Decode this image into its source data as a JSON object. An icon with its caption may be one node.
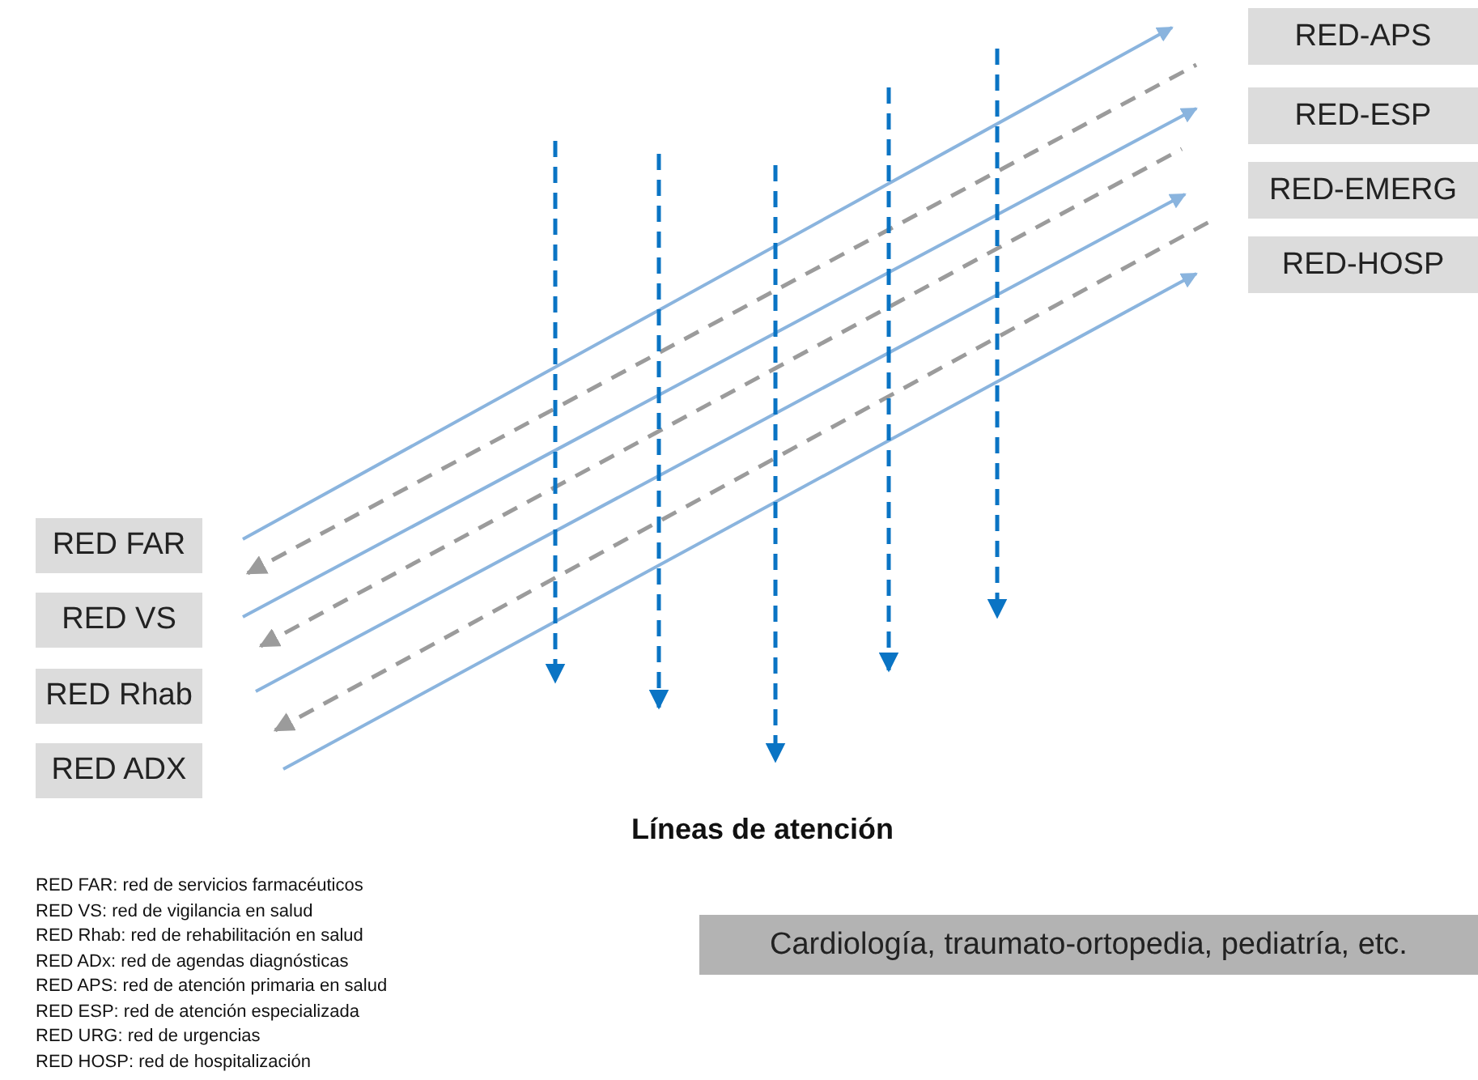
{
  "diagram": {
    "nodes": [
      {
        "text": [
          "RED-APS"
        ]
      },
      {
        "text": [
          "RED-ESP"
        ]
      },
      {
        "text": [
          "RED-EMERG"
        ]
      },
      {
        "text": [
          "RED-HOSP"
        ]
      },
      {
        "text": [
          "RED FAR"
        ]
      },
      {
        "text": [
          "RED VS"
        ]
      },
      {
        "text": [
          "RED Rhab"
        ]
      },
      {
        "text": [
          "RED ADX"
        ]
      },
      {
        "text": [
          "Cardiología, traumato-ortopedia, pediatría, etc."
        ]
      }
    ],
    "labels": [
      "Líneas de atención",
      "RED FAR: red de servicios farmacéuticos",
      "RED VS: red de vigilancia en salud",
      "RED Rhab: red de rehabilitación en salud",
      "RED ADx: red de agendas diagnósticas",
      "RED APS: red de atención primaria en salud",
      "RED ESP: red de atención especializada",
      "RED URG: red de urgencias",
      "RED HOSP: red de hospitalización"
    ]
  }
}
